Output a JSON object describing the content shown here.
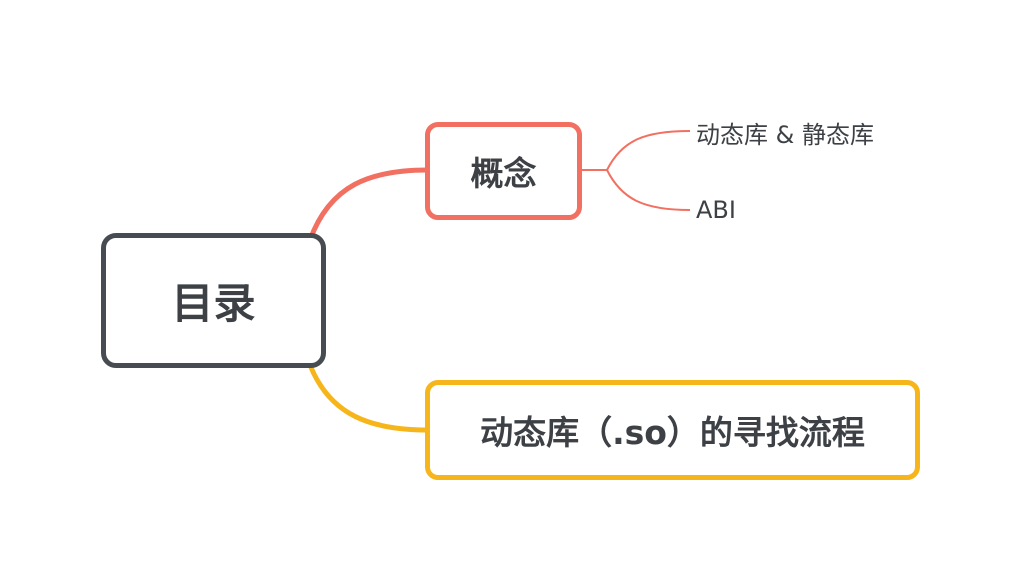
{
  "root": {
    "label": "目录"
  },
  "branches": [
    {
      "label": "概念",
      "color": "#f27061",
      "children": [
        {
          "label": "动态库 & 静态库"
        },
        {
          "label": "ABI"
        }
      ]
    },
    {
      "label": "动态库（.so）的寻找流程",
      "color": "#f7b51c",
      "children": []
    }
  ]
}
